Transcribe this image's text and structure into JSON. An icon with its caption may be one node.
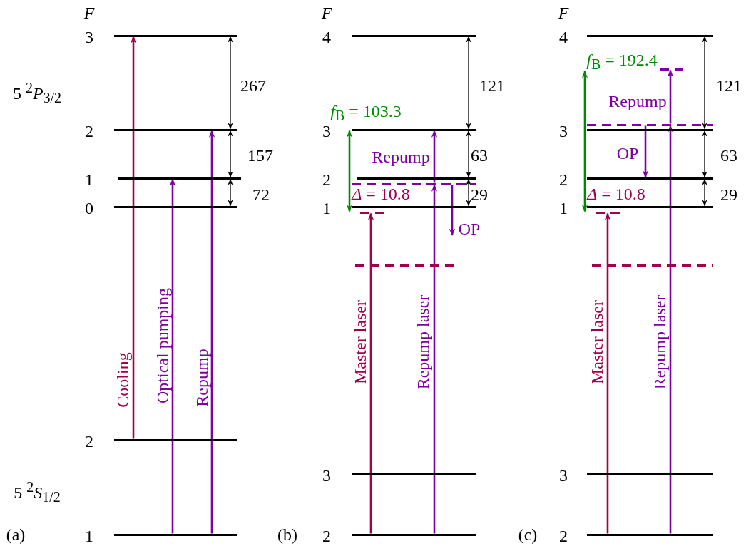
{
  "diagram": {
    "nodes": [
      {
        "text": [],
        "shape": "bar",
        "beside": [
          "3"
        ]
      },
      {
        "text": [],
        "shape": "bar",
        "beside": [
          "2"
        ]
      },
      {
        "text": [],
        "shape": "bar",
        "beside": [
          "1"
        ]
      },
      {
        "text": [],
        "shape": "bar",
        "beside": [
          "0"
        ]
      },
      {
        "text": [],
        "shape": "bar",
        "beside": [
          "2"
        ]
      },
      {
        "text": [],
        "shape": "bar",
        "beside": [
          "1"
        ]
      },
      {
        "text": [],
        "shape": "bar",
        "beside": [
          "4"
        ]
      },
      {
        "text": [],
        "shape": "bar",
        "beside": [
          "3"
        ]
      },
      {
        "text": [],
        "shape": "bar",
        "beside": [
          "2"
        ]
      },
      {
        "text": [],
        "shape": "bar",
        "beside": [
          "1"
        ]
      },
      {
        "text": [],
        "shape": "bar",
        "beside": [
          "3"
        ]
      },
      {
        "text": [],
        "shape": "bar",
        "beside": [
          "2"
        ]
      },
      {
        "text": [],
        "shape": "bar"
      },
      {
        "text": [],
        "shape": "bar"
      },
      {
        "text": [],
        "shape": "bar"
      },
      {
        "text": [],
        "shape": "bar",
        "beside": [
          "4"
        ]
      },
      {
        "text": [],
        "shape": "bar",
        "beside": [
          "3"
        ]
      },
      {
        "text": [],
        "shape": "bar",
        "beside": [
          "2"
        ]
      },
      {
        "text": [],
        "shape": "bar",
        "beside": [
          "1"
        ]
      },
      {
        "text": [],
        "shape": "bar",
        "beside": [
          "3"
        ]
      },
      {
        "text": [],
        "shape": "bar",
        "beside": [
          "2"
        ]
      },
      {
        "text": [],
        "shape": "bar"
      },
      {
        "text": [],
        "shape": "bar"
      },
      {
        "text": [],
        "shape": "bar"
      },
      {
        "text": [],
        "shape": "bar"
      }
    ],
    "edges": [
      {
        "from": 4,
        "to": 0,
        "arrow": "to",
        "label": "Cooling",
        "color": "#a0004e"
      },
      {
        "from": 5,
        "to": 2,
        "arrow": "to",
        "label": "Optical pumping",
        "color": "#7f00a0"
      },
      {
        "from": 5,
        "to": 1,
        "arrow": "to",
        "label": "Repump",
        "color": "#7f00a0"
      },
      {
        "from": 11,
        "to": 13,
        "arrow": "to",
        "label": "Master laser",
        "color": "#a0004e"
      },
      {
        "from": 11,
        "to": 12,
        "arrow": "to",
        "label": "Repump laser",
        "color": "#7f00a0"
      },
      {
        "from": 12,
        "to": 7,
        "arrow": "to",
        "label": "Repump",
        "color": "#7f00a0"
      },
      {
        "from": 12,
        "to": null,
        "arrow": "to",
        "label": "OP",
        "color": "#7f00a0"
      },
      {
        "from": 20,
        "to": 23,
        "arrow": "to",
        "label": "Master laser",
        "color": "#a0004e"
      },
      {
        "from": 20,
        "to": 22,
        "arrow": "to",
        "label": "Repump laser",
        "color": "#7f00a0"
      },
      {
        "from": 22,
        "to": 21,
        "arrow": "to",
        "label": "Repump",
        "color": "#7f00a0"
      },
      {
        "from": 22,
        "to": 17,
        "arrow": "to",
        "label": "OP",
        "color": "#7f00a0"
      },
      {
        "from": 0,
        "to": 1,
        "arrow": "both",
        "label": "267"
      },
      {
        "from": 1,
        "to": 2,
        "arrow": "both",
        "label": "157"
      },
      {
        "from": 2,
        "to": 3,
        "arrow": "both",
        "label": "72"
      },
      {
        "from": 6,
        "to": 7,
        "arrow": "both",
        "label": "121"
      },
      {
        "from": 7,
        "to": 8,
        "arrow": "both",
        "label": "63"
      },
      {
        "from": 8,
        "to": 9,
        "arrow": "both",
        "label": "29"
      },
      {
        "from": 15,
        "to": 16,
        "arrow": "both",
        "label": "121"
      },
      {
        "from": 16,
        "to": 17,
        "arrow": "both",
        "label": "63"
      },
      {
        "from": 17,
        "to": 18,
        "arrow": "both",
        "label": "29"
      },
      {
        "from": 7,
        "to": 13,
        "arrow": "both",
        "label": "*f*$_{B}$ = 103.3",
        "color": "#008a00"
      },
      {
        "from": null,
        "to": 23,
        "arrow": "both",
        "label": "*f*$_{B}$ = 192.4",
        "color": "#008a00"
      }
    ],
    "labels": [
      "F",
      "F",
      "F",
      "5 $^{2}$*P*$_{3/2}$",
      "*Δ* =  10.8",
      "*Δ* =  10.8",
      "5 $^{2}$*S*$_{1/2}$",
      "(a)",
      "(b)",
      "(c)"
    ]
  }
}
